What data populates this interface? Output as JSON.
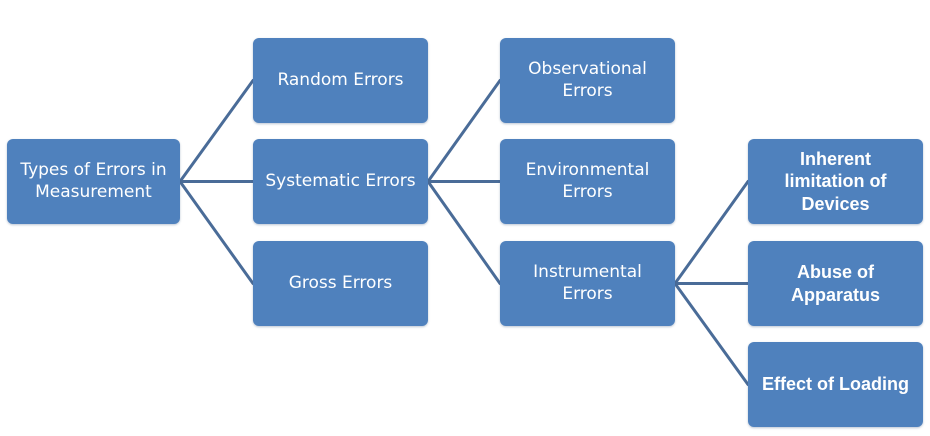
{
  "diagram": {
    "colors": {
      "node_fill": "#4f81bd",
      "node_text": "#ffffff",
      "connector": "#4a6c98"
    },
    "nodes": {
      "root": "Types of Errors in\nMeasurement",
      "random_errors": "Random Errors",
      "systematic_errors": "Systematic Errors",
      "gross_errors": "Gross Errors",
      "observational_errors": "Observational\nErrors",
      "environmental_errors": "Environmental\nErrors",
      "instrumental_errors": "Instrumental\nErrors",
      "inherent_limitation": "Inherent\nlimitation of\nDevices",
      "abuse_of_apparatus": "Abuse of\nApparatus",
      "effect_of_loading": "Effect of Loading"
    },
    "edges": [
      [
        "root",
        "random_errors"
      ],
      [
        "root",
        "systematic_errors"
      ],
      [
        "root",
        "gross_errors"
      ],
      [
        "systematic_errors",
        "observational_errors"
      ],
      [
        "systematic_errors",
        "environmental_errors"
      ],
      [
        "systematic_errors",
        "instrumental_errors"
      ],
      [
        "instrumental_errors",
        "inherent_limitation"
      ],
      [
        "instrumental_errors",
        "abuse_of_apparatus"
      ],
      [
        "instrumental_errors",
        "effect_of_loading"
      ]
    ]
  }
}
